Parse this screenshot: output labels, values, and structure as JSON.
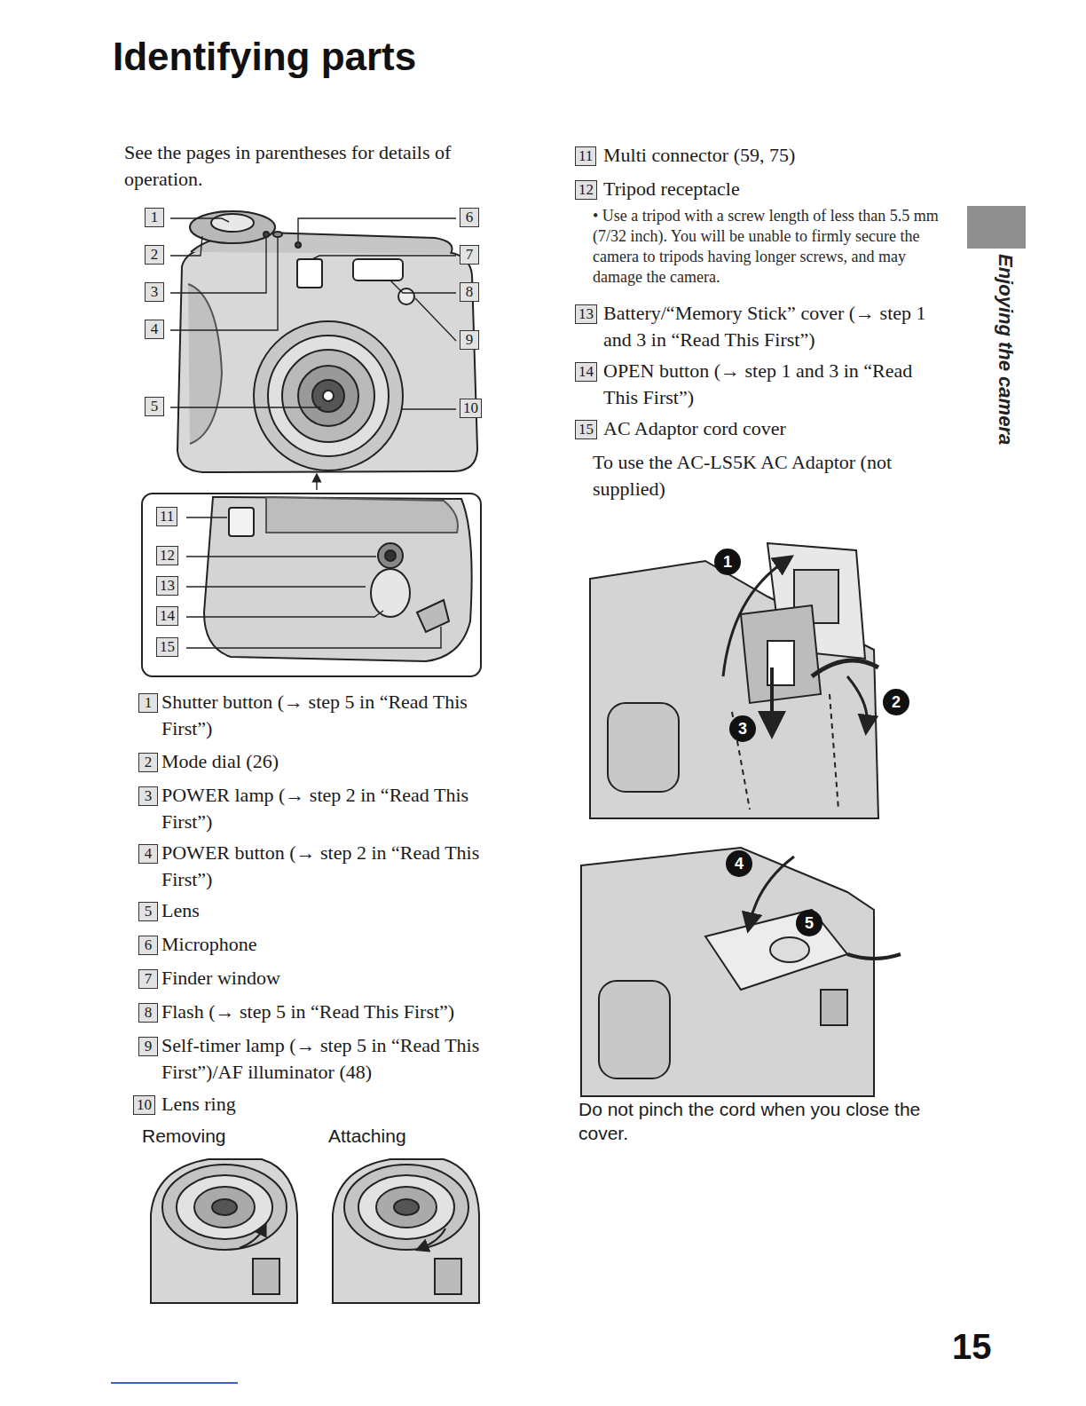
{
  "diagram": {
    "title": "Identifying parts",
    "labels": [
      "See the pages in parentheses for details of operation.",
      "1",
      "2",
      "3",
      "4",
      "5",
      "6",
      "7",
      "8",
      "9",
      "10",
      "11",
      "12",
      "13",
      "14",
      "15",
      "1",
      "Shutter button (→ step 5 in “Read This First”)",
      "2",
      "Mode dial (26)",
      "3",
      "POWER lamp (→ step 2 in “Read This First”)",
      "4",
      "POWER button (→ step 2 in “Read This First”)",
      "5",
      "Lens",
      "6",
      "Microphone",
      "7",
      "Finder window",
      "8",
      "Flash (→ step 5 in “Read This First”)",
      "9",
      "Self-timer lamp (→ step 5 in “Read This First”)/AF illuminator (48)",
      "10",
      "Lens ring",
      "Removing",
      "Attaching",
      "11",
      "Multi connector (59, 75)",
      "12",
      "Tripod receptacle",
      "• Use a tripod with a screw length of less than 5.5 mm (7/32 inch). You will be unable to firmly secure the camera to tripods having longer screws, and may damage the camera.",
      "13",
      "Battery/“Memory Stick” cover (→ step 1 and 3 in “Read This First”)",
      "14",
      "OPEN button (→ step 1 and 3 in “Read This First”)",
      "15",
      "AC Adaptor cord cover",
      "To use the AC-LS5K AC Adaptor (not supplied)",
      "1",
      "2",
      "3",
      "4",
      "5",
      "Do not pinch the cord when you close the cover.",
      "Enjoying the camera",
      "15"
    ]
  }
}
